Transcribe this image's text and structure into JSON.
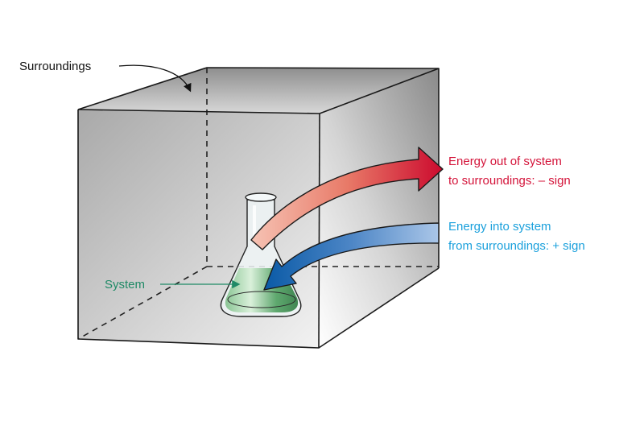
{
  "labels": {
    "surroundings": "Surroundings",
    "system": "System",
    "energy_out_line1": "Energy out of system",
    "energy_out_line2": "to surroundings: – sign",
    "energy_in_line1": "Energy into system",
    "energy_in_line2": "from surroundings: + sign"
  },
  "colors": {
    "surroundings_text": "#111111",
    "system_text": "#1f8a66",
    "energy_out_text": "#d4143a",
    "energy_in_text": "#1aa0dc",
    "arrow_out_light": "#f4b8a8",
    "arrow_out_dark": "#cc0a2e",
    "arrow_in_dark": "#0a5aa6",
    "arrow_in_light": "#a9c4e6",
    "liquid": "#3c9a52"
  }
}
